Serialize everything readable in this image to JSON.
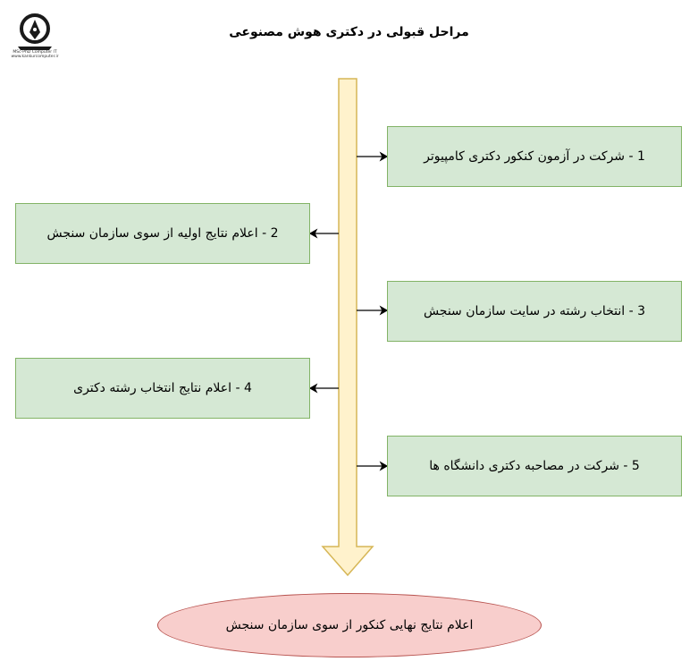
{
  "title": "مراحل قبولی در دکتری هوش مصنوعی",
  "logo": {
    "icon": "pen-nib-logo",
    "caption": "MSc-PhD Computer IT",
    "url": "www.kankurcomputer.ir"
  },
  "steps": [
    {
      "label": "1 - شرکت در آزمون کنکور دکتری کامپیوتر"
    },
    {
      "label": "2 - اعلام نتایج اولیه از سوی سازمان سنجش"
    },
    {
      "label": "3 - انتخاب رشته در سایت سازمان سنجش"
    },
    {
      "label": "4 - اعلام نتایج انتخاب رشته دکتری"
    },
    {
      "label": "5 - شرکت در مصاحبه دکتری دانشگاه ها"
    }
  ],
  "final": {
    "label": "اعلام نتایج نهایی کنکور از سوی سازمان سنجش"
  },
  "colors": {
    "step_fill": "#d5e8d4",
    "step_border": "#82b366",
    "arrow_fill": "#fff2cc",
    "arrow_border": "#d6b656",
    "final_fill": "#f8cecc",
    "final_border": "#b85450"
  }
}
